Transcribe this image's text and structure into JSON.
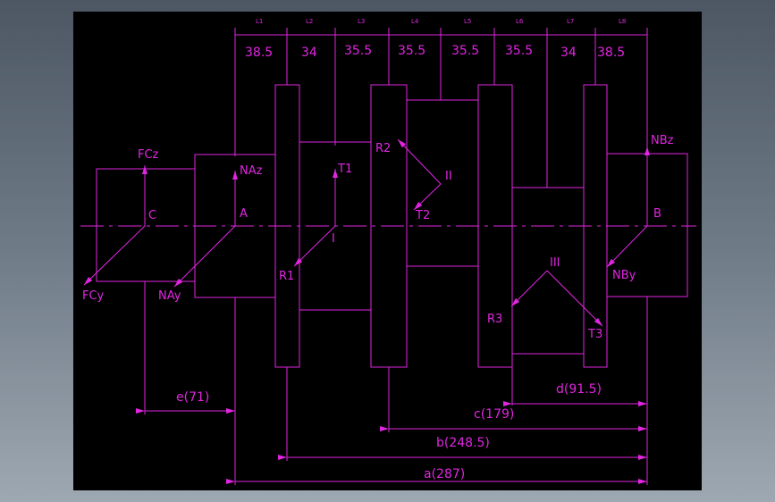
{
  "drawing": {
    "segment_labels": [
      "L1",
      "L2",
      "L3",
      "L4",
      "L5",
      "L6",
      "L7",
      "L8"
    ],
    "segment_values": [
      "38.5",
      "34",
      "35.5",
      "35.5",
      "35.5",
      "35.5",
      "34",
      "38.5"
    ],
    "points": {
      "C": "C",
      "A": "A",
      "B": "B"
    },
    "sections": {
      "I": "I",
      "II": "II",
      "III": "III"
    },
    "forces": {
      "FCz": "FCz",
      "FCy": "FCy",
      "NAz": "NAz",
      "NAy": "NAy",
      "T1": "T1",
      "R1": "R1",
      "R2": "R2",
      "T2": "T2",
      "R3": "R3",
      "T3": "T3",
      "NBz": "NBz",
      "NBy": "NBy"
    },
    "dims": {
      "e": "e(71)",
      "d": "d(91.5)",
      "c": "c(179)",
      "b": "b(248.5)",
      "a": "a(287)"
    }
  },
  "colors": {
    "line": "#e026e0",
    "background": "#000000",
    "frame": "#5c6874"
  }
}
